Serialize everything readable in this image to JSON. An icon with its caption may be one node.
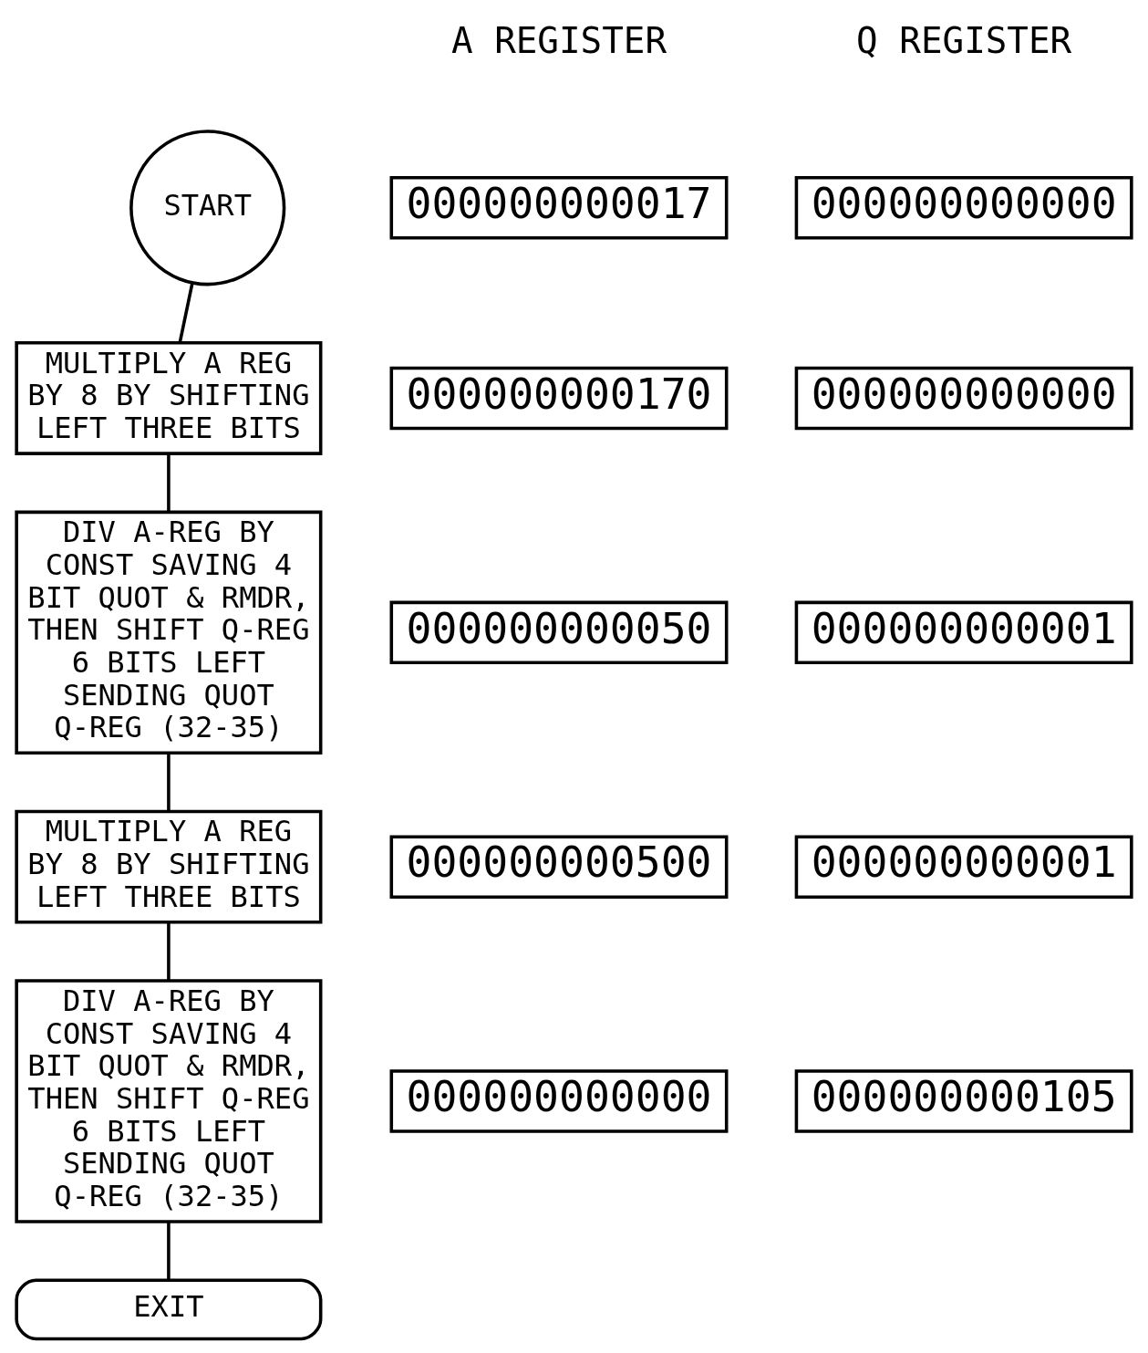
{
  "diagram": {
    "nodes": [
      {
        "text": [
          "START"
        ]
      },
      {
        "text": [
          "MULTIPLY A REG BY 8 BY SHIFTING LEFT THREE BITS"
        ]
      },
      {
        "text": [
          "DIV A-REG BY CONST SAVING 4 BIT QUOT & RMDR, THEN SHIFT Q-REG 6 BITS LEFT SENDING QUOT Q-REG (32-35)"
        ]
      },
      {
        "text": [
          "MULTIPLY A REG BY 8 BY SHIFTING LEFT THREE BITS"
        ]
      },
      {
        "text": [
          "DIV A-REG BY CONST SAVING 4 BIT QUOT & RMDR, THEN SHIFT Q-REG 6 BITS LEFT SENDING QUOT Q-REG (32-35)"
        ]
      },
      {
        "text": [
          "EXIT"
        ]
      },
      {
        "text": [
          "000000000017"
        ]
      },
      {
        "text": [
          "000000000000"
        ]
      },
      {
        "text": [
          "000000000170"
        ]
      },
      {
        "text": [
          "000000000000"
        ]
      },
      {
        "text": [
          "000000000050"
        ]
      },
      {
        "text": [
          "000000000001"
        ]
      },
      {
        "text": [
          "000000000500"
        ]
      },
      {
        "text": [
          "000000000001"
        ]
      },
      {
        "text": [
          "000000000000"
        ]
      },
      {
        "text": [
          "000000000105"
        ]
      }
    ],
    "edges": [
      {
        "from": 0,
        "to": 1,
        "arrow": "none"
      },
      {
        "from": 1,
        "to": 2,
        "arrow": "none"
      },
      {
        "from": 2,
        "to": 3,
        "arrow": "none"
      },
      {
        "from": 3,
        "to": 4,
        "arrow": "none"
      },
      {
        "from": 4,
        "to": 5,
        "arrow": "none"
      }
    ],
    "labels": [
      "A REGISTER",
      "Q REGISTER"
    ]
  }
}
